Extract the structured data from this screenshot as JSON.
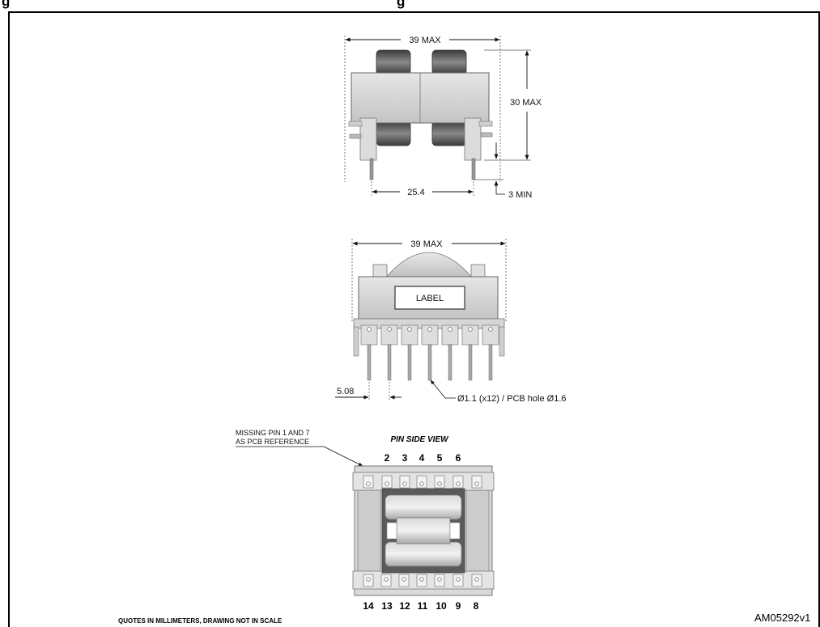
{
  "header": {
    "title_left_fragment": "g",
    "title_right_fragment": "g"
  },
  "top_view": {
    "width_dim": "39 MAX",
    "height_dim": "30 MAX",
    "pin_spacing": "25.4",
    "pin_min_length": "3 MIN"
  },
  "front_view": {
    "width_dim": "39 MAX",
    "label_text": "LABEL",
    "pitch": "5.08",
    "pin_callout": "Ø1.1 (x12) / PCB hole Ø1.6"
  },
  "pin_view": {
    "title": "PIN SIDE VIEW",
    "missing_note_line1": "MISSING PIN 1 AND 7",
    "missing_note_line2": "AS PCB REFERENCE",
    "top_pins": [
      "2",
      "3",
      "4",
      "5",
      "6"
    ],
    "bottom_pins": [
      "14",
      "13",
      "12",
      "11",
      "10",
      "9",
      "8"
    ]
  },
  "footer": {
    "note": "QUOTES IN MILLIMETERS, DRAWING NOT IN SCALE",
    "drawing_code": "AM05292v1"
  }
}
